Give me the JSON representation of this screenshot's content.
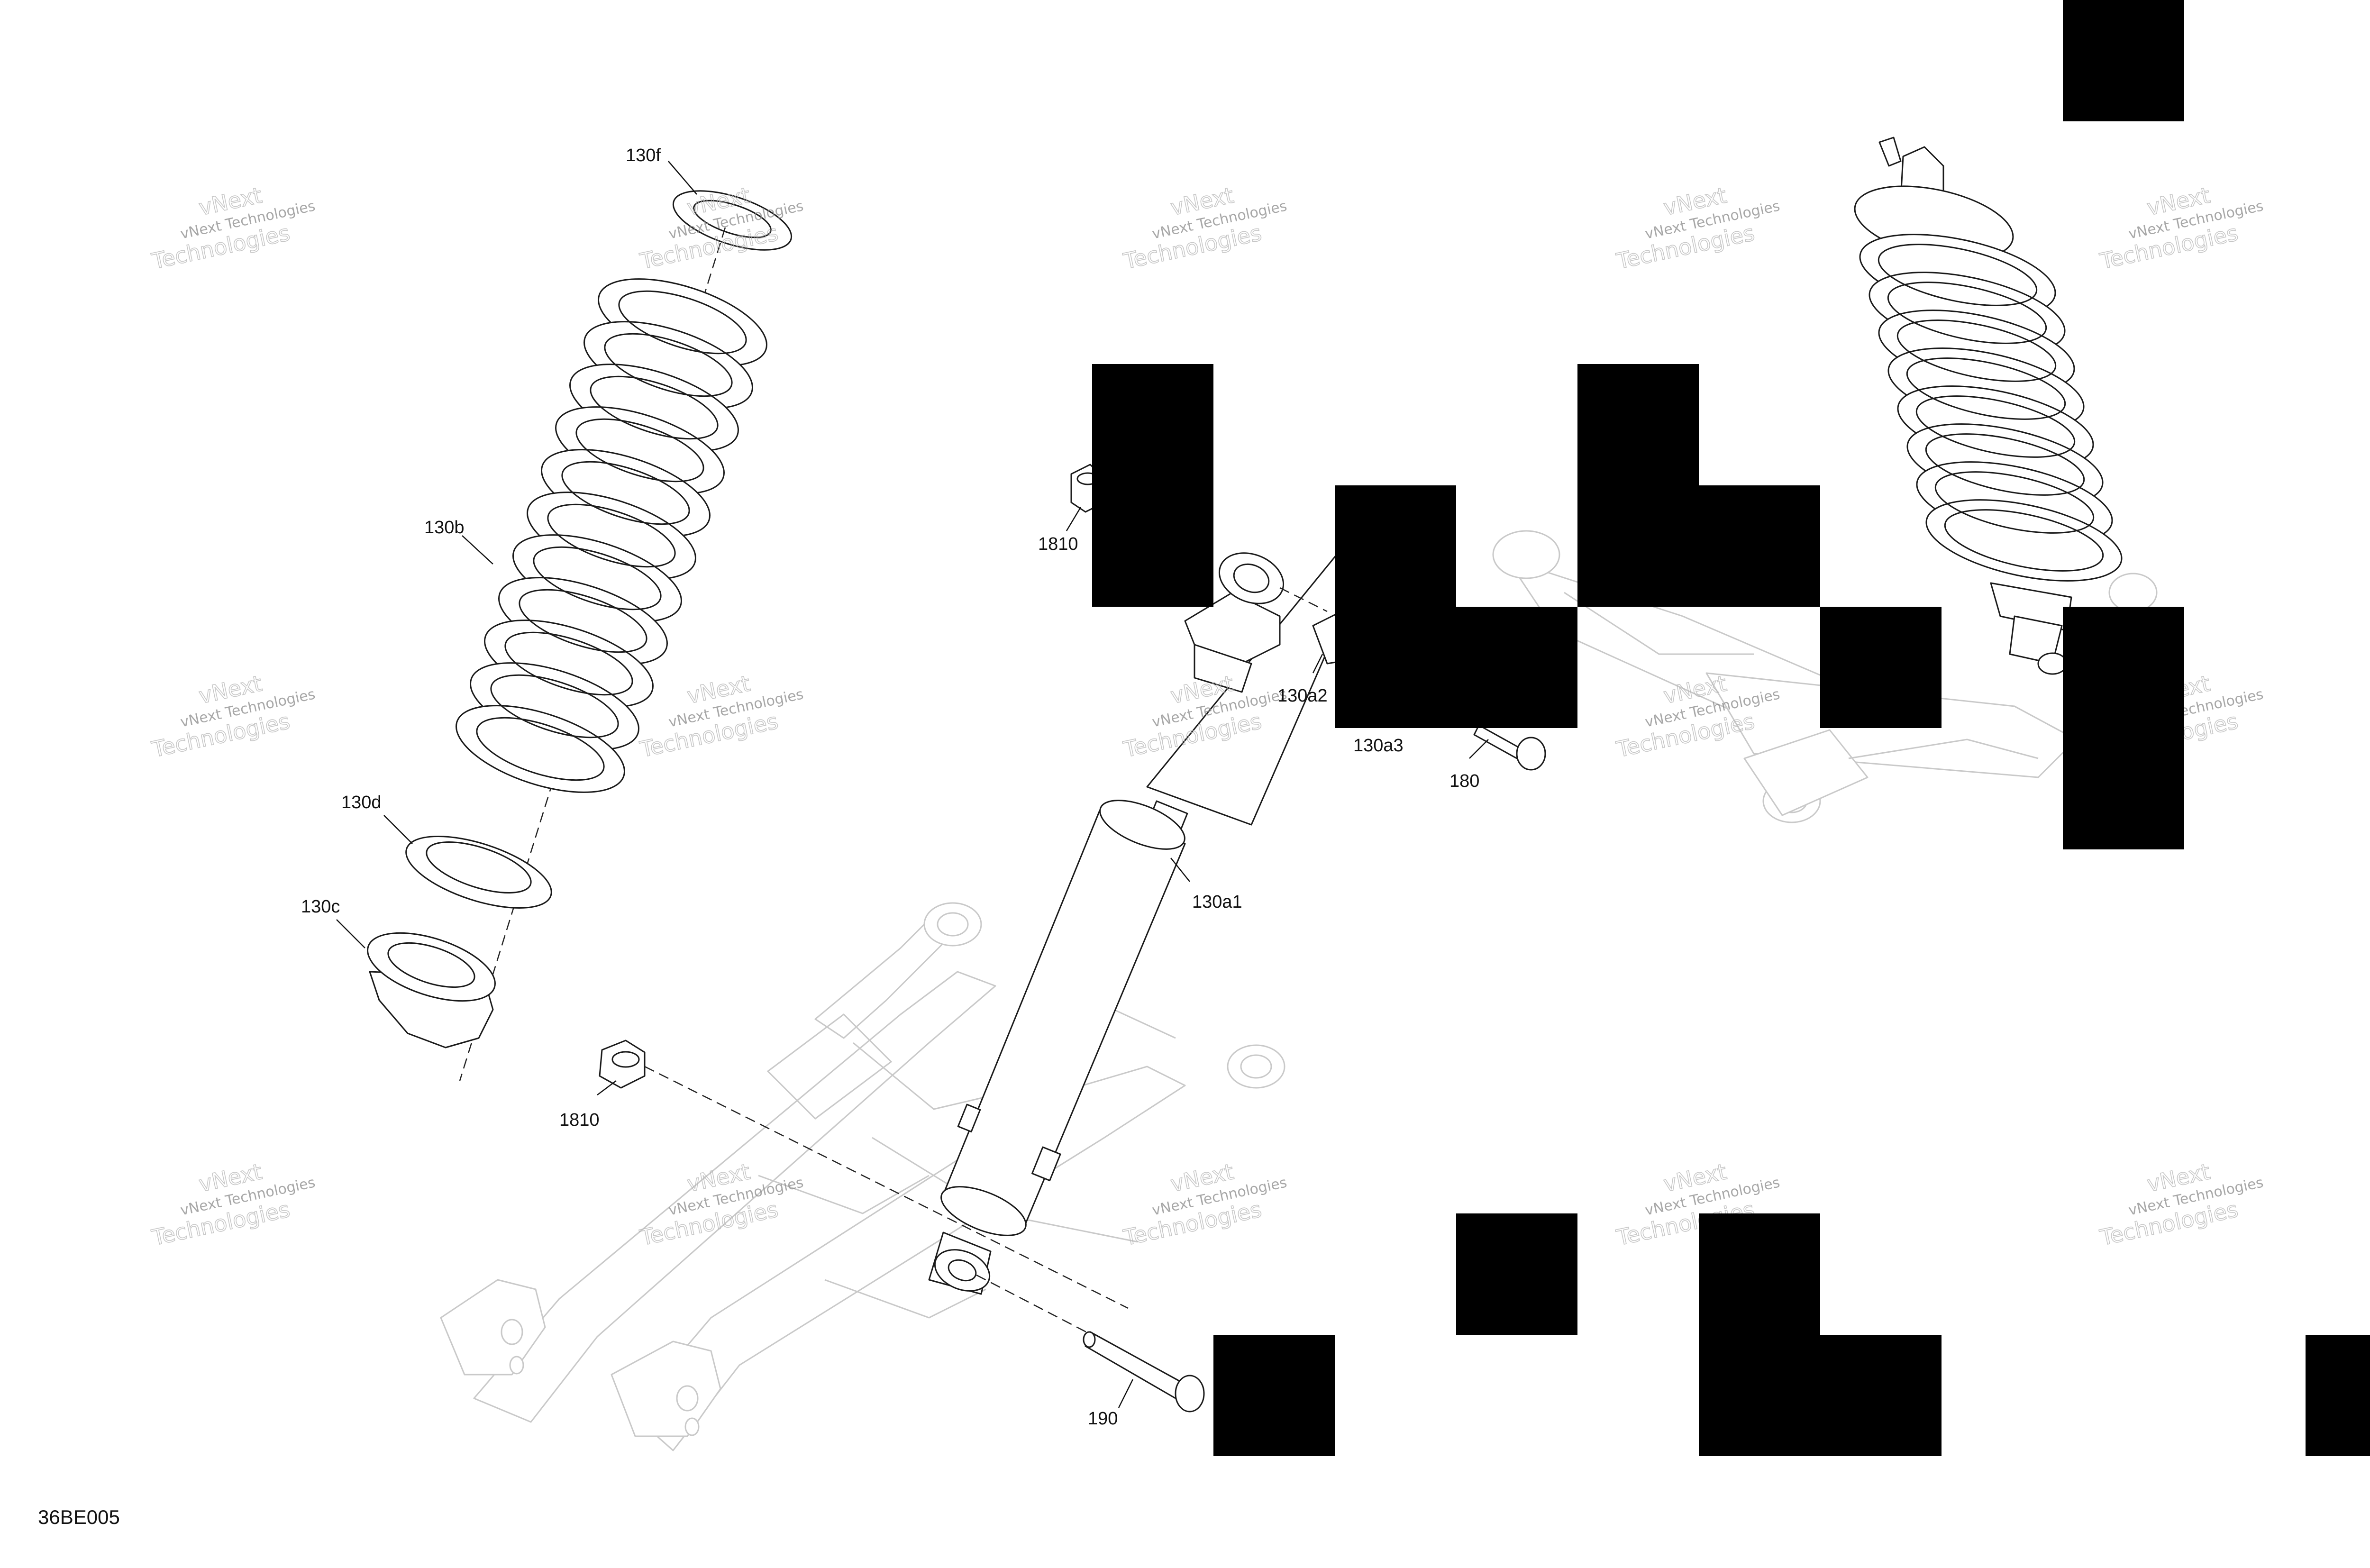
{
  "diagram": {
    "figure_code": "36BE005",
    "watermark": {
      "line1": "vNext Technologies",
      "line2": "vNext",
      "line3": "Technologies"
    },
    "callouts": [
      {
        "id": "130f",
        "label": "130f"
      },
      {
        "id": "130b",
        "label": "130b"
      },
      {
        "id": "130d",
        "label": "130d"
      },
      {
        "id": "130c",
        "label": "130c"
      },
      {
        "id": "1810-top",
        "label": "1810"
      },
      {
        "id": "1810-bottom",
        "label": "1810"
      },
      {
        "id": "130a2",
        "label": "130a2"
      },
      {
        "id": "130a3",
        "label": "130a3"
      },
      {
        "id": "180",
        "label": "180"
      },
      {
        "id": "130a1",
        "label": "130a1"
      },
      {
        "id": "190",
        "label": "190"
      }
    ],
    "parts": [
      {
        "name": "spring-seat-upper"
      },
      {
        "name": "coil-spring"
      },
      {
        "name": "spring-seat-lower"
      },
      {
        "name": "spring-adjuster-ring"
      },
      {
        "name": "flange-nut"
      },
      {
        "name": "shock-absorber-body"
      },
      {
        "name": "bushing"
      },
      {
        "name": "spacer"
      },
      {
        "name": "bolt-upper"
      },
      {
        "name": "bolt-lower"
      },
      {
        "name": "swing-arm"
      },
      {
        "name": "assembled-shock"
      }
    ],
    "redaction_color": "#000000"
  }
}
